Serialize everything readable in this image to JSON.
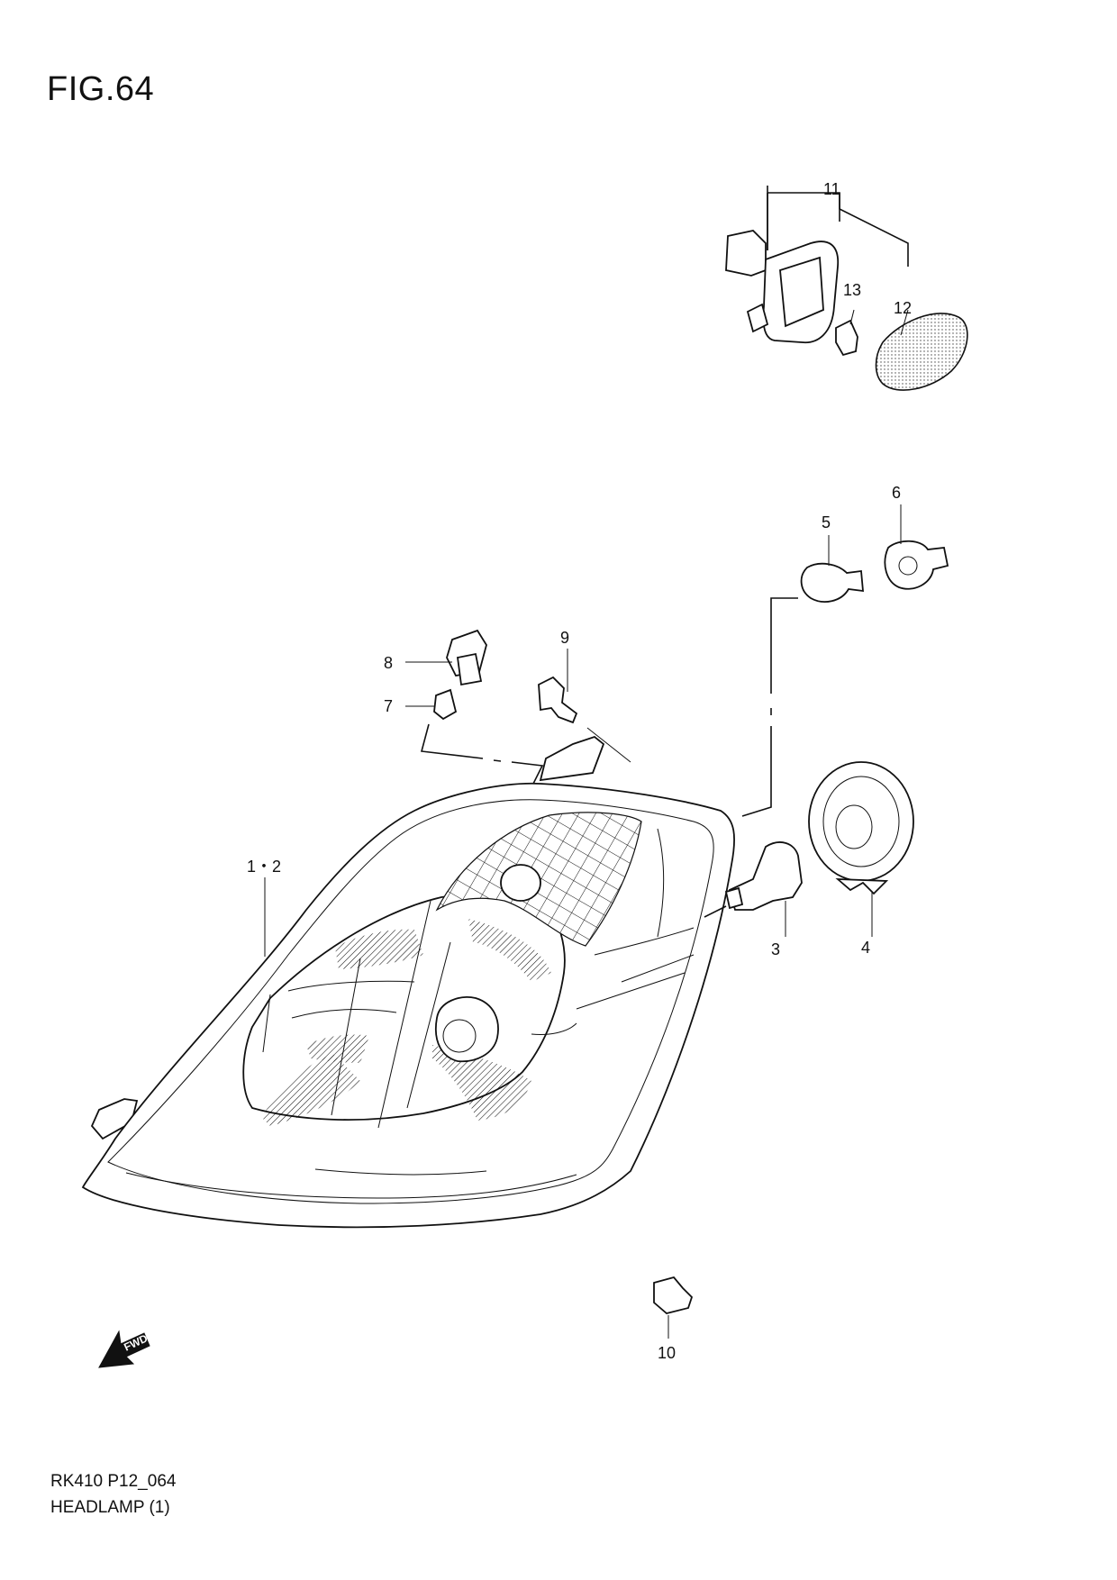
{
  "figure": {
    "title": "FIG.64",
    "code": "RK410 P12_064",
    "name": "HEADLAMP (1)"
  },
  "fwd_label": "FWD",
  "callouts": [
    {
      "id": "c11",
      "label": "11"
    },
    {
      "id": "c13",
      "label": "13"
    },
    {
      "id": "c12",
      "label": "12"
    },
    {
      "id": "c6",
      "label": "6"
    },
    {
      "id": "c5",
      "label": "5"
    },
    {
      "id": "c9",
      "label": "9"
    },
    {
      "id": "c8",
      "label": "8"
    },
    {
      "id": "c7",
      "label": "7"
    },
    {
      "id": "c1_2",
      "label": "1・2"
    },
    {
      "id": "c3",
      "label": "3"
    },
    {
      "id": "c4",
      "label": "4"
    },
    {
      "id": "c10",
      "label": "10"
    }
  ]
}
